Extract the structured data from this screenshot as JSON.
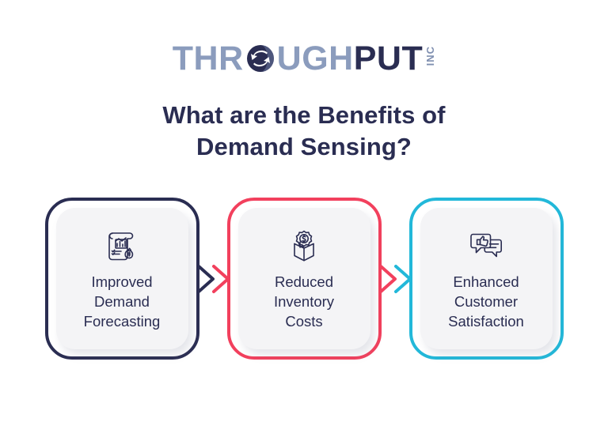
{
  "logo": {
    "part_light": "THR",
    "globe_icon": "globe-cycle-icon",
    "part_light_2": "UGH",
    "part_dark": "PUT",
    "suffix": "INC",
    "color_light": "#8b9cbd",
    "color_dark": "#2a2d52"
  },
  "title": {
    "line1": "What are the Benefits of",
    "line2": "Demand Sensing?",
    "color": "#2a2d52"
  },
  "cards": [
    {
      "label": "Improved\nDemand\nForecasting",
      "label_lines": [
        "Improved",
        "Demand",
        "Forecasting"
      ],
      "icon": "scroll-chart-money-bag-icon",
      "border_color": "#2a2d52",
      "panel_color": "#f4f4f6"
    },
    {
      "label": "Reduced\nInventory\nCosts",
      "label_lines": [
        "Reduced",
        "Inventory",
        "Costs"
      ],
      "icon": "open-box-dollar-badge-icon",
      "border_color": "#f2405d",
      "panel_color": "#f4f4f6"
    },
    {
      "label": "Enhanced\nCustomer\nSatisfaction",
      "label_lines": [
        "Enhanced",
        "Customer",
        "Satisfaction"
      ],
      "icon": "chat-thumbs-up-icon",
      "border_color": "#22b8d9",
      "panel_color": "#f4f4f6"
    }
  ],
  "connectors": [
    {
      "name": "arrow-card1-to-card2",
      "color": "#2a2d52"
    },
    {
      "name": "arrow-card2-to-card3",
      "color": "#f2405d"
    }
  ],
  "background_color": "#ffffff"
}
